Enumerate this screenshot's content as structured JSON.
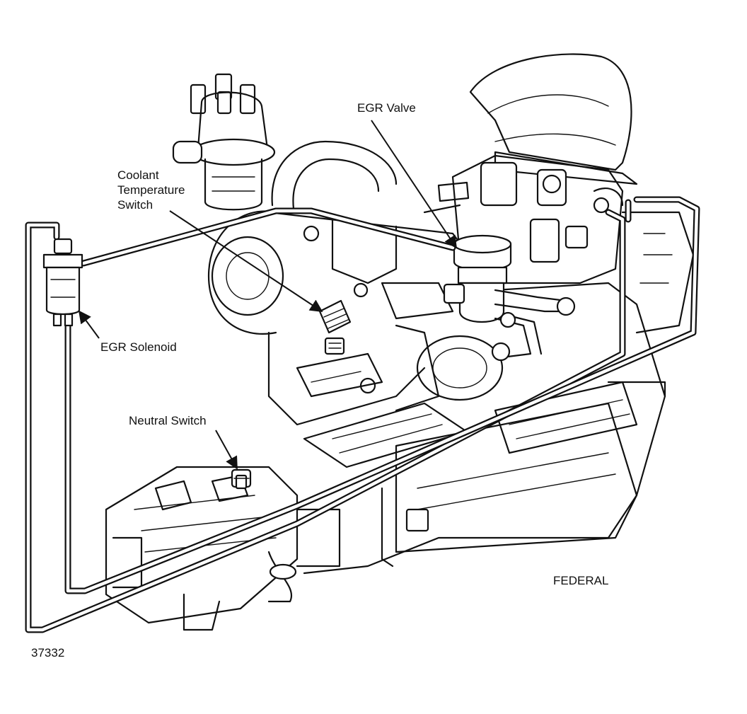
{
  "labels": {
    "egr_valve": "EGR Valve",
    "coolant_line1": "Coolant",
    "coolant_line2": "Temperature",
    "coolant_line3": "Switch",
    "egr_solenoid": "EGR Solenoid",
    "neutral_switch": "Neutral Switch",
    "federal": "FEDERAL",
    "figure_number": "37332"
  },
  "colors": {
    "ink": "#111111",
    "paper": "#ffffff"
  }
}
